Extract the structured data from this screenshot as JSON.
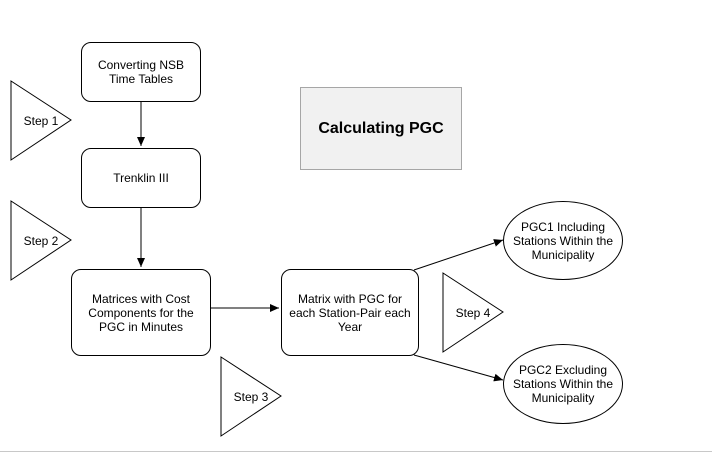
{
  "title": "Calculating PGC",
  "nodes": {
    "converting": "Converting NSB Time Tables",
    "trenklin": "Trenklin III",
    "matrices": "Matrices with Cost Components for the PGC in Minutes",
    "matrix_pgc": "Matrix with PGC for each Station-Pair each Year",
    "pgc1": "PGC1 Including Stations Within the Municipality",
    "pgc2": "PGC2 Excluding Stations Within the Municipality"
  },
  "steps": {
    "step1": "Step 1",
    "step2": "Step 2",
    "step3": "Step 3",
    "step4": "Step 4"
  }
}
